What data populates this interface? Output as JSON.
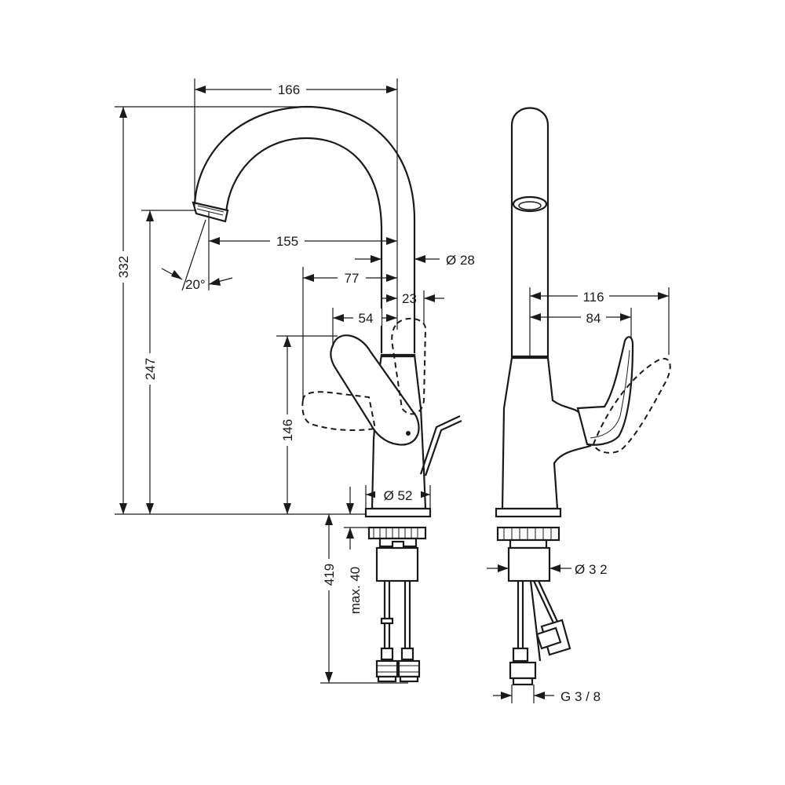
{
  "dimensions": {
    "d166": "166",
    "d155": "155",
    "d28": "Ø 28",
    "d77": "77",
    "d23": "23",
    "d54": "54",
    "d20deg": "20°",
    "d332": "332",
    "d247": "247",
    "d146": "146",
    "d52": "Ø 52",
    "d419": "419",
    "dmax40": "max. 40",
    "d116": "116",
    "d84": "84",
    "d32": "Ø 3 2",
    "dg38": "G 3 / 8"
  }
}
